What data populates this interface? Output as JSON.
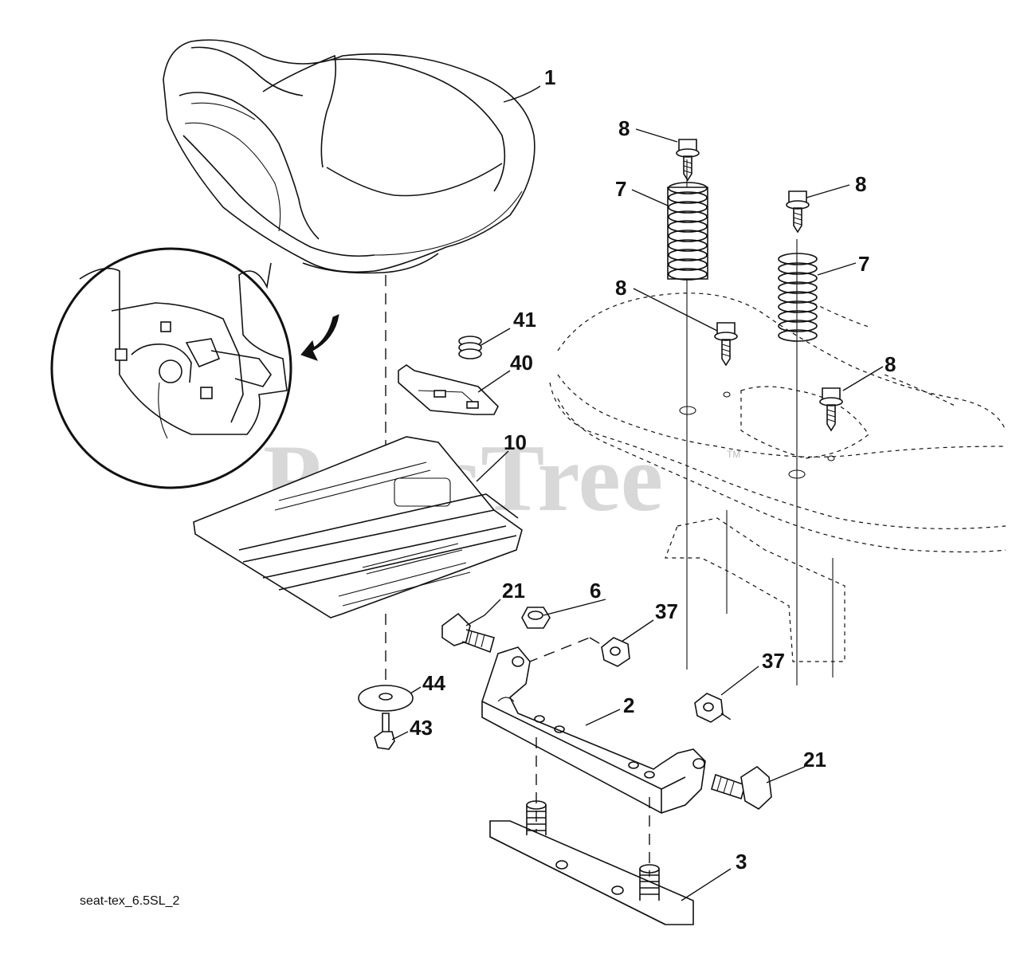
{
  "diagram": {
    "code": "seat-tex_6.5SL_2",
    "watermark": "PartsTree",
    "trademark": "TM",
    "callouts": [
      {
        "id": "c1",
        "label": "1"
      },
      {
        "id": "c8a",
        "label": "8"
      },
      {
        "id": "c7a",
        "label": "7"
      },
      {
        "id": "c8b",
        "label": "8"
      },
      {
        "id": "c7b",
        "label": "7"
      },
      {
        "id": "c8c",
        "label": "8"
      },
      {
        "id": "c8d",
        "label": "8"
      },
      {
        "id": "c41",
        "label": "41"
      },
      {
        "id": "c40",
        "label": "40"
      },
      {
        "id": "c10",
        "label": "10"
      },
      {
        "id": "c21a",
        "label": "21"
      },
      {
        "id": "c6",
        "label": "6"
      },
      {
        "id": "c37a",
        "label": "37"
      },
      {
        "id": "c37b",
        "label": "37"
      },
      {
        "id": "c2",
        "label": "2"
      },
      {
        "id": "c44",
        "label": "44"
      },
      {
        "id": "c43",
        "label": "43"
      },
      {
        "id": "c21b",
        "label": "21"
      },
      {
        "id": "c3",
        "label": "3"
      }
    ]
  }
}
